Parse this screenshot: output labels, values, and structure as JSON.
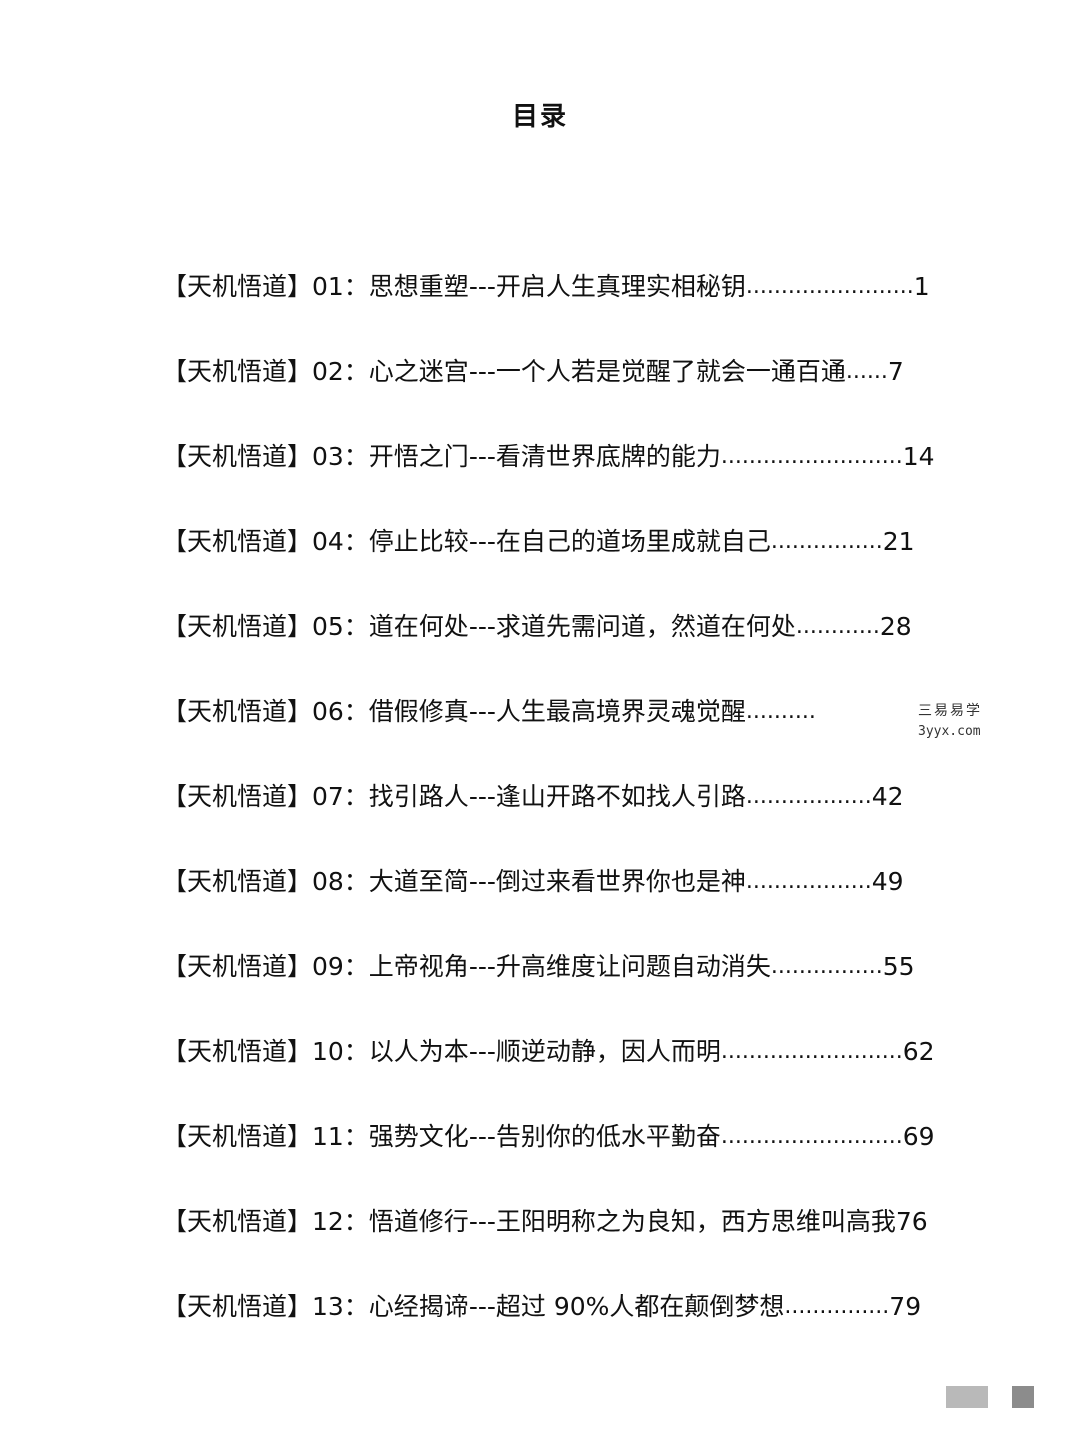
{
  "title": "目录",
  "entries": [
    {
      "label": "【天机悟道】01：思想重塑---开启人生真理实相秘钥",
      "dots": "........................",
      "page": "1"
    },
    {
      "label": "【天机悟道】02：心之迷宫---一个人若是觉醒了就会一通百通",
      "dots": " ......",
      "page": "7"
    },
    {
      "label": "【天机悟道】03：开悟之门---看清世界底牌的能力",
      "dots": "..........................",
      "page": "14"
    },
    {
      "label": "【天机悟道】04：停止比较---在自己的道场里成就自己",
      "dots": " ................",
      "page": "21"
    },
    {
      "label": "【天机悟道】05：道在何处---求道先需问道，然道在何处",
      "dots": " ............",
      "page": "28"
    },
    {
      "label": "【天机悟道】06：借假修真---人生最高境界灵魂觉醒",
      "dots": " ..........",
      "page": ""
    },
    {
      "label": "【天机悟道】07：找引路人---逢山开路不如找人引路",
      "dots": " ..................",
      "page": "42"
    },
    {
      "label": "【天机悟道】08：大道至简---倒过来看世界你也是神",
      "dots": " ..................",
      "page": "49"
    },
    {
      "label": "【天机悟道】09：上帝视角---升高维度让问题自动消失",
      "dots": " ................",
      "page": "55"
    },
    {
      "label": "【天机悟道】10：以人为本---顺逆动静，因人而明",
      "dots": "..........................",
      "page": "62"
    },
    {
      "label": "【天机悟道】11：强势文化---告别你的低水平勤奋",
      "dots": "..........................",
      "page": "69"
    },
    {
      "label": "【天机悟道】12：悟道修行---王阳明称之为良知，西方思维叫高我",
      "dots": "",
      "page": "76"
    },
    {
      "label": "【天机悟道】13：心经揭谛---超过 90%人都在颠倒梦想",
      "dots": " ...............",
      "page": "79"
    }
  ],
  "watermark": {
    "name": "三易易学",
    "url": "3yyx.com"
  }
}
